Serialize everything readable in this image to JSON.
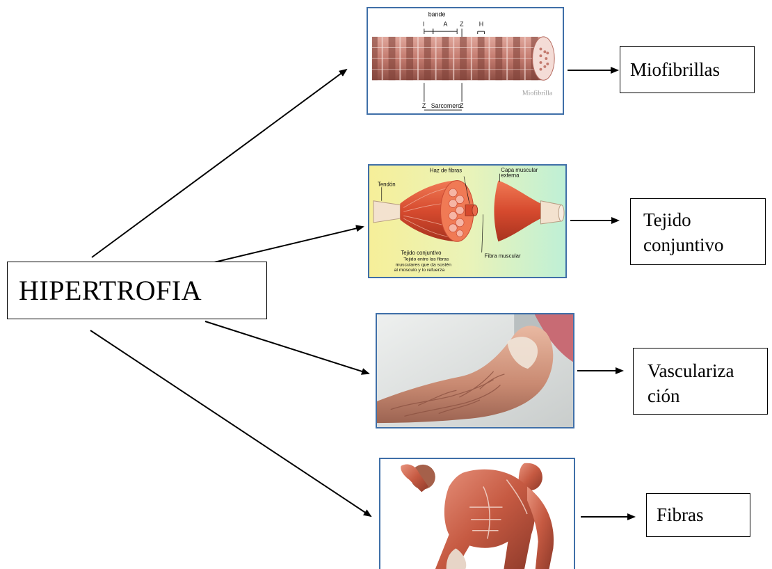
{
  "central": {
    "label": "HIPERTROFIA"
  },
  "items": [
    {
      "label": "Miofibrillas",
      "image": {
        "name": "myofibril-illustration",
        "text": {
          "bande": "bande",
          "I": "I",
          "A": "A",
          "Z": "Z",
          "H": "H",
          "sarcomero": "Sarcomero",
          "miofibrilla": "Miofibrilla"
        }
      }
    },
    {
      "label": "Tejido conjuntivo",
      "image": {
        "name": "muscle-anatomy-illustration",
        "text": {
          "tendon": "Tendón",
          "haz": "Haz de fibras",
          "capa": "Capa muscular externa",
          "fibra": "Fibra muscular",
          "tejido_title": "Tejido conjuntivo",
          "tejido_desc": "Tejido entre las fibras musculares que da sostén al músculo y lo refuerza"
        }
      }
    },
    {
      "label": "Vasculariza ción",
      "image": {
        "name": "vascular-arm-photo"
      }
    },
    {
      "label": "Fibras",
      "image": {
        "name": "muscular-body-illustration"
      }
    }
  ],
  "colors": {
    "frame": "#3f6fa8",
    "muscle": "#d64a2e",
    "line": "#000000"
  }
}
